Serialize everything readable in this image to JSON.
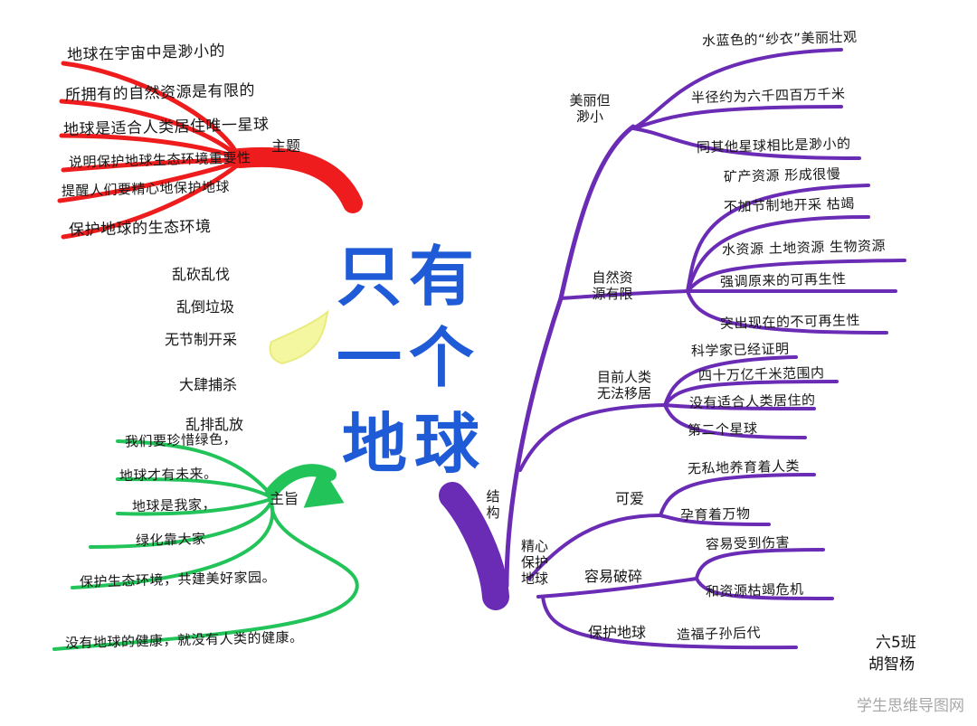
{
  "title": {
    "line1": "只有",
    "line2": "一个",
    "line3": "地球"
  },
  "red_branch": {
    "label": "主题",
    "color": "#ee1c1c",
    "items": [
      "地球在宇宙中是渺小的",
      "所拥有的自然资源是有限的",
      "地球是适合人类居住唯一星球",
      "说明保护地球生态环境重要性",
      "提醒人们要精心地保护地球",
      "保护地球的生态环境"
    ]
  },
  "yellow_branch": {
    "color": "#f4f7a0",
    "items": [
      "乱砍乱伐",
      "乱倒垃圾",
      "无节制开采",
      "大肆捕杀",
      "乱排乱放"
    ]
  },
  "green_branch": {
    "label": "主旨",
    "color": "#22c45a",
    "items": [
      "我们要珍惜绿色，",
      "地球才有未来。",
      "地球是我家，",
      "绿化靠大家",
      "保护生态环境，共建美好家园。",
      "没有地球的健康，就没有人类的健康。"
    ]
  },
  "purple_branch": {
    "label": "结构",
    "color": "#6a2bb5",
    "groups": [
      {
        "label": "美丽但渺小",
        "items": [
          "水蓝色的“纱衣”美丽壮观",
          "半径约为六千四百万千米",
          "同其他星球相比是渺小的"
        ]
      },
      {
        "label": "自然资源有限",
        "items": [
          "矿产资源 形成很慢",
          "不加节制地开采 枯竭",
          "水资源 土地资源 生物资源",
          "强调原来的可再生性",
          "突出现在的不可再生性"
        ]
      },
      {
        "label": "目前人类无法移居",
        "items": [
          "科学家已经证明",
          "四十万亿千米范围内",
          "没有适合人类居住的",
          "第二个星球"
        ]
      },
      {
        "label": "可爱",
        "items": [
          "无私地养育着人类",
          "孕育着万物"
        ]
      },
      {
        "label": "容易破碎",
        "items": [
          "容易受到伤害",
          "和资源枯竭危机"
        ]
      },
      {
        "label": "保护地球",
        "items": [
          "造福子孙后代"
        ]
      }
    ],
    "side_label": "精心保护地球"
  },
  "signature": {
    "class_name": "六5班",
    "student_name": "胡智杨"
  },
  "watermark": "学生思维导图网"
}
